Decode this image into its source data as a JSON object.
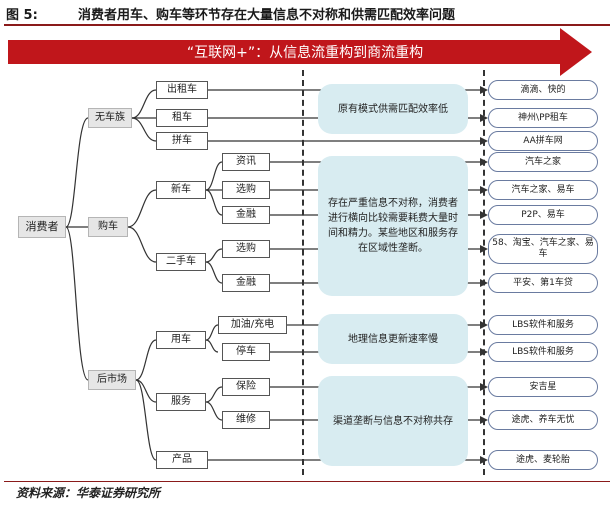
{
  "figure": {
    "number": "图 5:",
    "title": "消费者用车、购车等环节存在大量信息不对称和供需匹配效率问题",
    "source": "资料来源：华泰证券研究所"
  },
  "banner": {
    "text": "“互联网+”：从信息流重构到商流重构",
    "color": "#c0161b"
  },
  "nodes": {
    "consumer": "消费者",
    "no_car": "无车族",
    "buy_car": "购车",
    "after_market": "后市场",
    "taxi": "出租车",
    "rental": "租车",
    "carpool": "拼车",
    "new_car": "新车",
    "used_car": "二手车",
    "new_info": "资讯",
    "new_select": "选购",
    "new_finance": "金融",
    "used_select": "选购",
    "used_finance": "金融",
    "use_car": "用车",
    "service": "服务",
    "parts": "产品",
    "fuel_charge": "加油/充电",
    "parking": "停车",
    "insurance": "保险",
    "repair": "维修"
  },
  "issues": [
    "原有模式供需匹配效率低",
    "存在严重信息不对称，消费者进行横向比较需要耗费大量时间和精力。某些地区和服务存在区域性垄断。",
    "地理信息更新速率慢",
    "渠道垄断与信息不对称共存"
  ],
  "players": [
    "滴滴、快的",
    "神州\\PP租车",
    "AA拼车网",
    "汽车之家",
    "汽车之家、易车",
    "P2P、易车",
    "58、淘宝、汽车之家、易车",
    "平安、第1车贷",
    "LBS软件和服务",
    "LBS软件和服务",
    "安吉星",
    "途虎、养车无忧",
    "途虎、麦轮胎"
  ]
}
